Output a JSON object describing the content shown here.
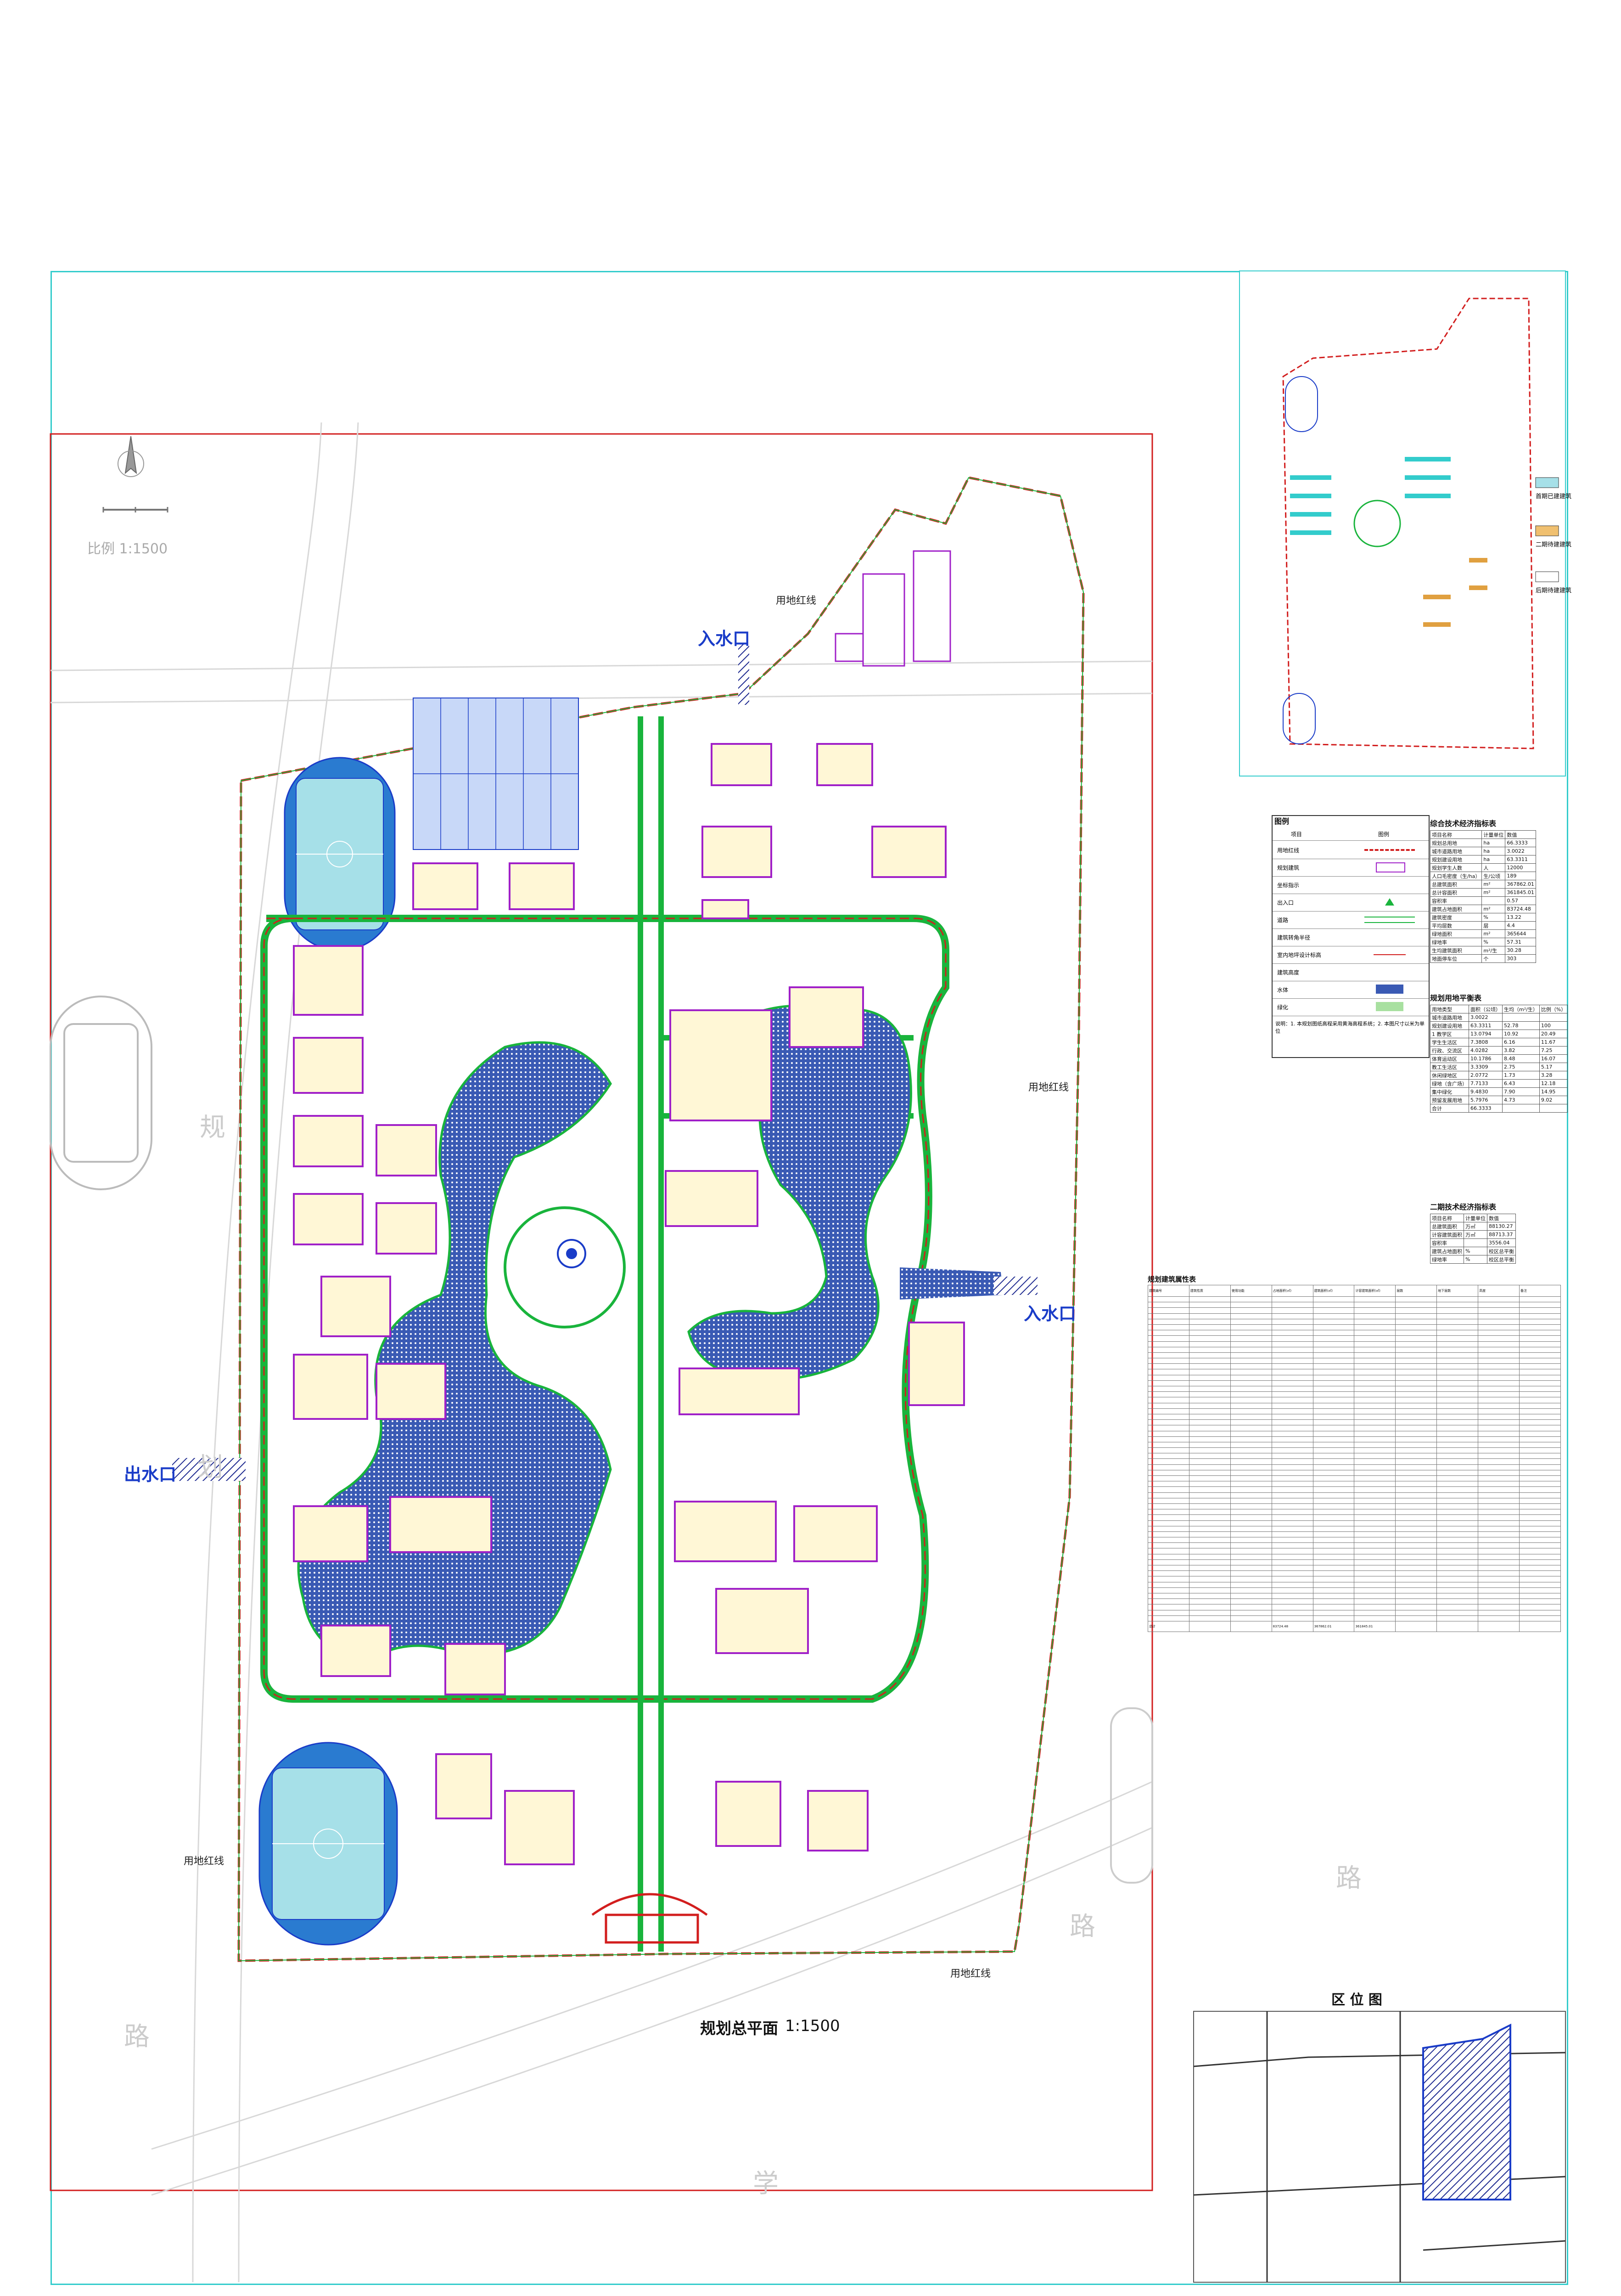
{
  "north_arrow": {
    "scale_text": "比例  1:1500"
  },
  "plan_title": "规划总平面",
  "plan_scale": "1:1500",
  "labels": {
    "water_in_top": "入水口",
    "water_in_right": "入水口",
    "water_out_left": "出水口",
    "red_line_top": "用地红线",
    "red_line_right": "用地红线",
    "red_line_left": "用地红线",
    "red_line_bottom": "用地红线"
  },
  "road_text": [
    "规",
    "划",
    "路",
    "路",
    "路",
    "学"
  ],
  "key_map": {
    "legend": [
      "首期已建建筑",
      "二期待建建筑",
      "后期待建建筑"
    ]
  },
  "legend_panel": {
    "title": "图例",
    "head": [
      "项目",
      "图例"
    ],
    "rows": [
      "用地红线",
      "规划建筑",
      "坐标指示",
      "出入口",
      "道路",
      "建筑转角半径",
      "室内地坪设计标高",
      "建筑高度",
      "水体",
      "绿化"
    ],
    "notes": "说明：1. 本规划图纸高程采用黄海高程系统；2. 本图尺寸以米为单位"
  },
  "tech_table": {
    "title": "综合技术经济指标表",
    "head": [
      "项目名称",
      "计量单位",
      "数值"
    ],
    "rows": [
      [
        "规划总用地",
        "ha",
        "66.3333"
      ],
      [
        "城市道路用地",
        "ha",
        "3.0022"
      ],
      [
        "规划建设用地",
        "ha",
        "63.3311"
      ],
      [
        "规划学生人数",
        "人",
        "12000"
      ],
      [
        "人口毛密度（生/ha）",
        "生/公顷",
        "189"
      ],
      [
        "总建筑面积",
        "m²",
        "367862.01"
      ],
      [
        "总计容面积",
        "m²",
        "361845.01"
      ],
      [
        "容积率",
        "",
        "0.57"
      ],
      [
        "建筑占地面积",
        "m²",
        "83724.48"
      ],
      [
        "建筑密度",
        "%",
        "13.22"
      ],
      [
        "平均层数",
        "层",
        "4.4"
      ],
      [
        "绿地面积",
        "m²",
        "365644"
      ],
      [
        "绿地率",
        "%",
        "57.31"
      ],
      [
        "生均建筑面积",
        "m²/生",
        "30.28"
      ],
      [
        "地面停车位",
        "个",
        "303"
      ]
    ]
  },
  "land_table": {
    "title": "规划用地平衡表",
    "head": [
      "用地类型",
      "面积（公顷）",
      "生均（m²/生）",
      "比例（%）"
    ],
    "rows": [
      [
        "城市道路用地",
        "3.0022",
        "",
        ""
      ],
      [
        "规划建设用地",
        "63.3311",
        "52.78",
        "100"
      ],
      [
        "1 教学区",
        "13.0794",
        "10.92",
        "20.49"
      ],
      [
        "学生生活区",
        "7.3808",
        "6.16",
        "11.67"
      ],
      [
        "行政、交流区",
        "4.0282",
        "3.82",
        "7.25"
      ],
      [
        "体育运动区",
        "10.1786",
        "8.48",
        "16.07"
      ],
      [
        "教工生活区",
        "3.3309",
        "2.75",
        "5.17"
      ],
      [
        "休闲绿地区",
        "2.0772",
        "1.73",
        "3.28"
      ],
      [
        "绿地（含广场）",
        "7.7133",
        "6.43",
        "12.18"
      ],
      [
        "集中绿化",
        "9.4830",
        "7.90",
        "14.95"
      ],
      [
        "预留发展用地",
        "5.7976",
        "4.73",
        "9.02"
      ],
      [
        "合计",
        "66.3333",
        "",
        ""
      ]
    ]
  },
  "phase2_table": {
    "title": "二期技术经济指标表",
    "head": [
      "项目名称",
      "计量单位",
      "数值"
    ],
    "rows": [
      [
        "总建筑面积",
        "万㎡",
        "88130.27"
      ],
      [
        "计容建筑面积",
        "万㎡",
        "88713.37"
      ],
      [
        "容积率",
        "",
        "3556.04"
      ],
      [
        "建筑占地面积",
        "%",
        "校区总平衡"
      ],
      [
        "绿地率",
        "%",
        "校区总平衡"
      ]
    ]
  },
  "building_table": {
    "title": "规划建筑属性表",
    "head": [
      "建筑编号",
      "建筑性质",
      "使用功能",
      "占地面积(㎡)",
      "建筑面积(㎡)",
      "计容建筑面积(㎡)",
      "层数",
      "地下层数",
      "高度",
      "备注"
    ],
    "total_row": [
      "总计",
      "",
      "",
      "83724.48",
      "367862.01",
      "361845.01",
      "",
      "",
      "",
      ""
    ]
  },
  "location_map": {
    "title": "区  位  图"
  },
  "colors": {
    "red_line": "#d21e1e",
    "road": "#19b43c",
    "water": "#3a5ab4",
    "building": "#a020c8",
    "frame": "#33cccc",
    "label_blue": "#1a3cc8"
  }
}
